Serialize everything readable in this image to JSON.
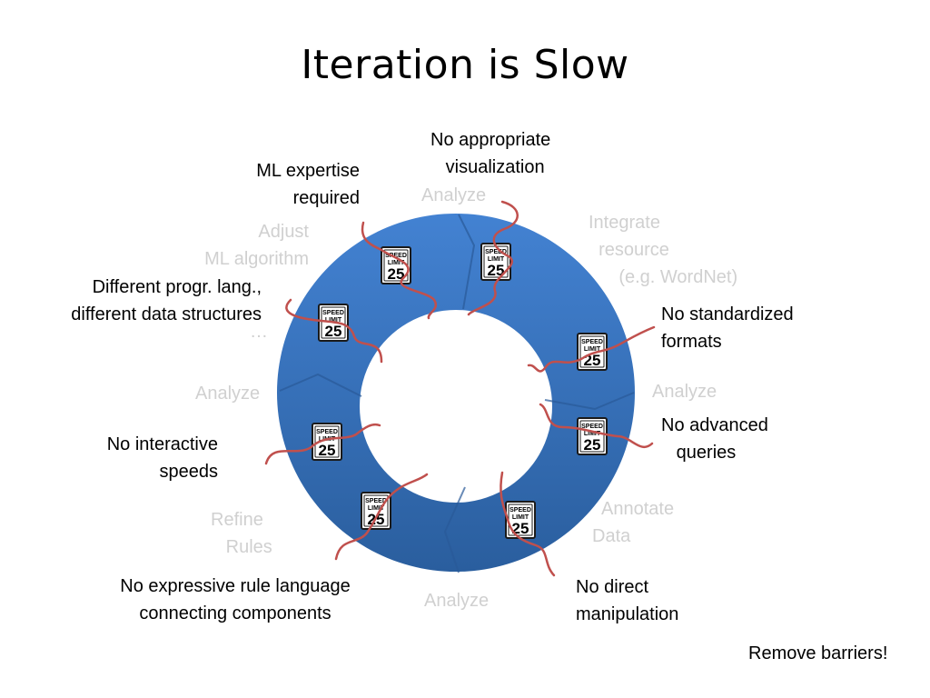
{
  "title": "Iteration is Slow",
  "stages": {
    "analyze_top": "Analyze",
    "integrate": "Integrate\n  resource\n      (e.g. WordNet)",
    "analyze_right": "Analyze",
    "annotate": "  Annotate\nData",
    "analyze_bottom": "Analyze",
    "refine": "Refine\n   Rules",
    "analyze_left": "Analyze",
    "adjust": "Adjust\nML algorithm",
    "ellipsis": "…"
  },
  "barriers": {
    "visualization": "No appropriate\n   visualization",
    "ml_expertise": "ML expertise\nrequired",
    "languages": "Different progr. lang.,\ndifferent data structures",
    "formats": "No standardized\nformats",
    "queries": "No advanced\n   queries",
    "interactive": "No interactive\nspeeds",
    "rule_language": "No expressive rule language\nconnecting components",
    "manipulation": "No direct\nmanipulation"
  },
  "sign": {
    "line1": "SPEED",
    "line2": "LIMIT",
    "number": "25"
  },
  "footer": "Remove barriers!",
  "colors": {
    "ring": "#2f6fc0",
    "ring_light": "#4a86d4",
    "squiggle": "#c0504d",
    "stage_text": "#d0d0d0"
  }
}
